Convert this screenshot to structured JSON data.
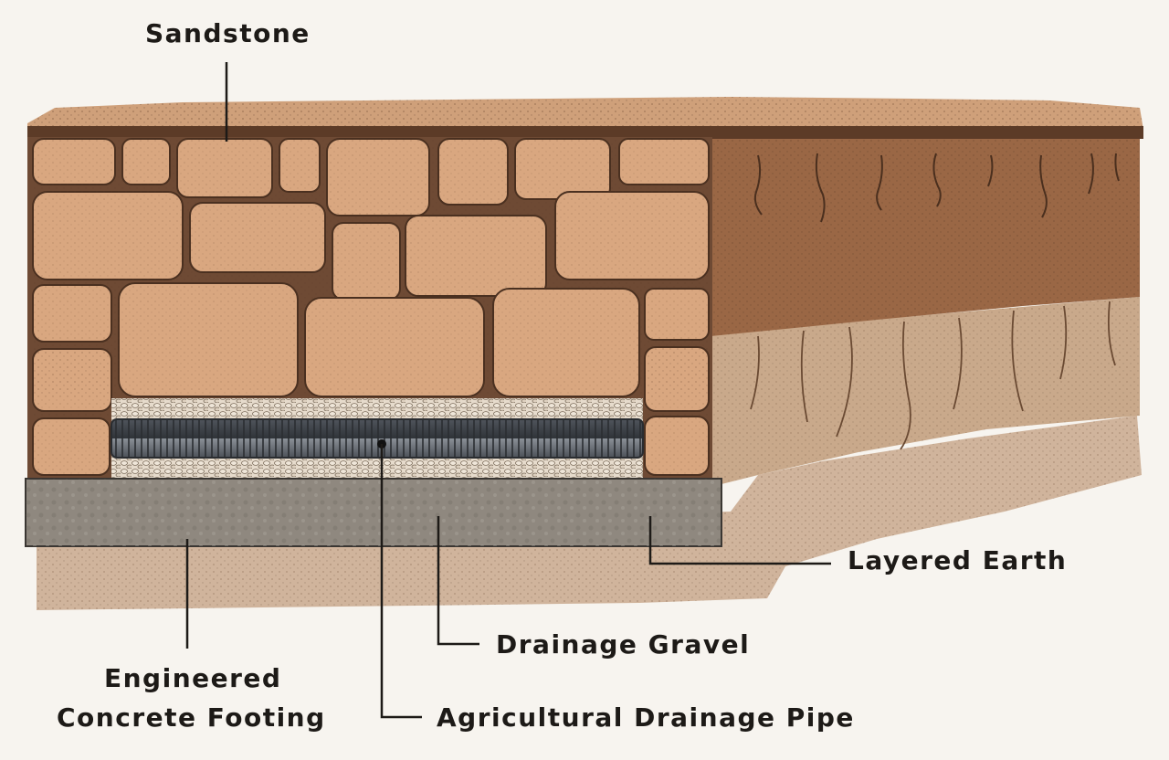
{
  "labels": {
    "sandstone": "Sandstone",
    "layered_earth": "Layered Earth",
    "drainage_gravel": "Drainage Gravel",
    "footing_line1": "Engineered",
    "footing_line2": "Concrete Footing",
    "drainage_pipe": "Agricultural Drainage Pipe"
  },
  "colors": {
    "background": "#f7f4ef",
    "stone": "#d9a780",
    "mortar": "#6e4a34",
    "topsoil": "#8a5a3a",
    "subsoil": "#b48c6c",
    "concrete": "#8f887f",
    "gravel": "#e6dbcc",
    "pipe": "#5b6067",
    "text": "#1d1a17"
  }
}
